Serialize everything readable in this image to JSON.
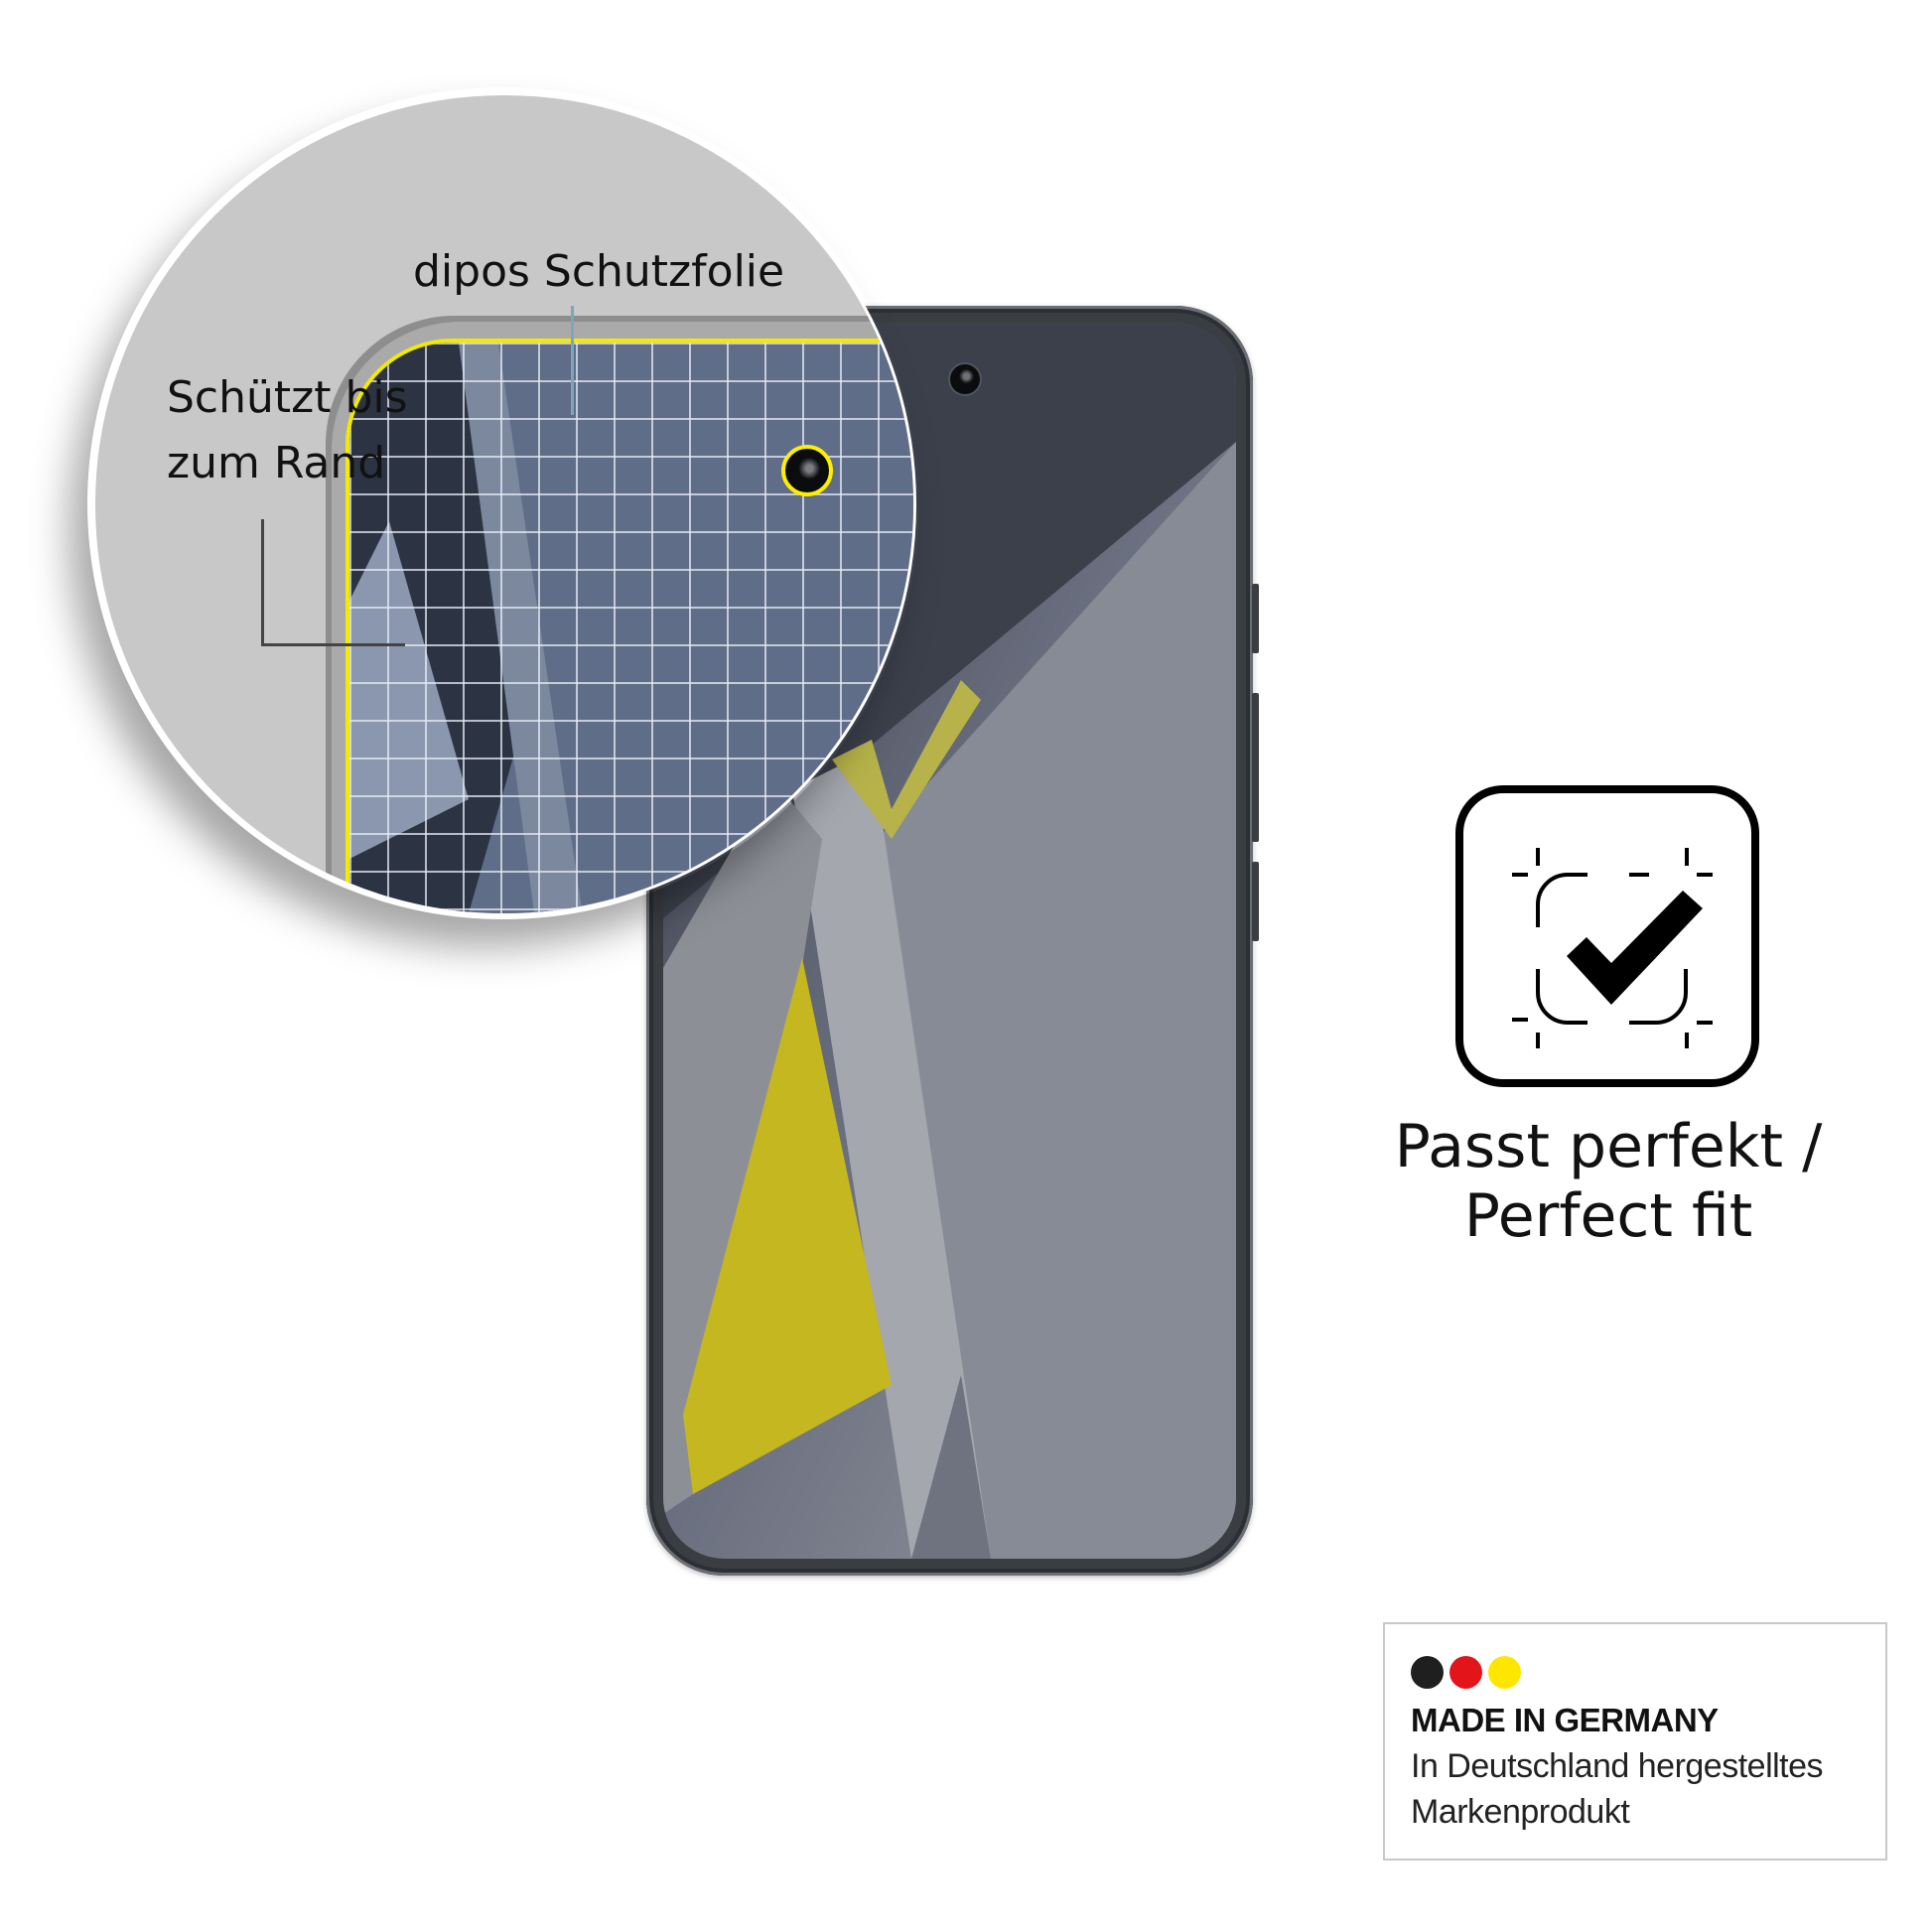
{
  "magnifier": {
    "label_top": "dipos Schutzfolie",
    "label_left_line1": "Schützt bis",
    "label_left_line2": "zum Rand"
  },
  "feature": {
    "icon": "perfect-fit-check-icon",
    "line1": "Passt perfekt /",
    "line2": "Perfect fit"
  },
  "badge": {
    "title": "MADE IN GERMANY",
    "subtitle_line1": "In Deutschland hergestelltes",
    "subtitle_line2": "Markenprodukt",
    "flag_colors": [
      "#1f1f1f",
      "#e3151a",
      "#ffe600"
    ]
  },
  "colors": {
    "highlight_yellow": "#f3ea00",
    "magnifier_bg": "#c8c8c8",
    "callout_line_blue": "#7fa6b8"
  }
}
